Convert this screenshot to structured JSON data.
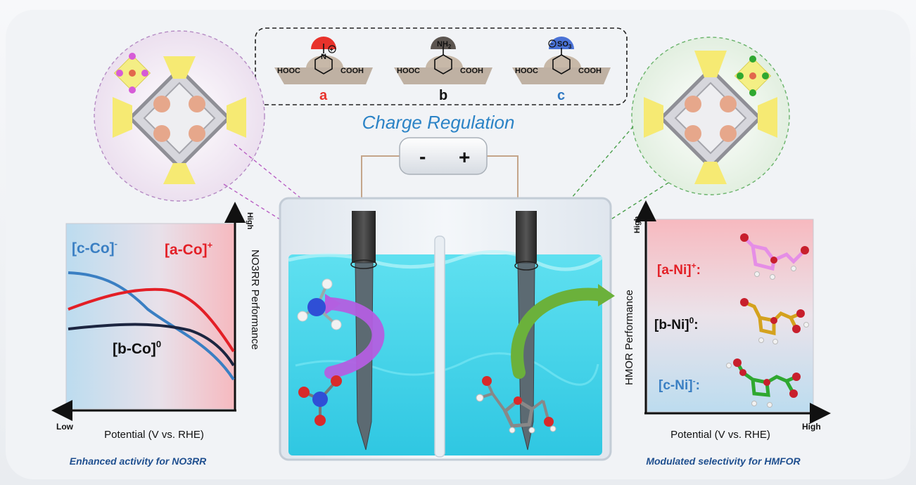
{
  "header": {
    "title": "Charge Regulation",
    "linkers": [
      {
        "letter": "a",
        "group": "N",
        "charge": "+",
        "left_acid": "HOOC",
        "right_acid": "COOH",
        "color": "#e8322b"
      },
      {
        "letter": "b",
        "group": "NH",
        "group_sub": "2",
        "left_acid": "HOOC",
        "right_acid": "COOH",
        "color": "#111111"
      },
      {
        "letter": "c",
        "group": "SO",
        "group_sub": "3",
        "charge": "−",
        "left_acid": "HOOC",
        "right_acid": "COOH",
        "color": "#2f78c2"
      }
    ]
  },
  "electrolyzer": {
    "minus": "-",
    "plus": "+"
  },
  "left_plot": {
    "high": "High",
    "low": "Low",
    "ylabel": "NO3RR Performance",
    "xlabel": "Potential (V vs. RHE)",
    "caption": "Enhanced activity for NO3RR",
    "series_labels": {
      "c": "[c-Co]",
      "c_sup": "-",
      "a": "[a-Co]",
      "a_sup": "+",
      "b": "[b-Co]",
      "b_sup": "0"
    },
    "colors": {
      "a": "#e31f26",
      "b": "#1c2540",
      "c": "#3a7fc3"
    }
  },
  "right_plot": {
    "high_y": "High",
    "high_x": "High",
    "ylabel": "HMOR Performance",
    "xlabel": "Potential (V vs. RHE)",
    "caption": "Modulated selectivity for HMFOR",
    "labels": {
      "a": "[a-Ni]",
      "a_sup": "+",
      "b": "[b-Ni]",
      "b_sup": "0",
      "c": "[c-Ni]",
      "c_sup": "-",
      "colon": ":"
    }
  }
}
